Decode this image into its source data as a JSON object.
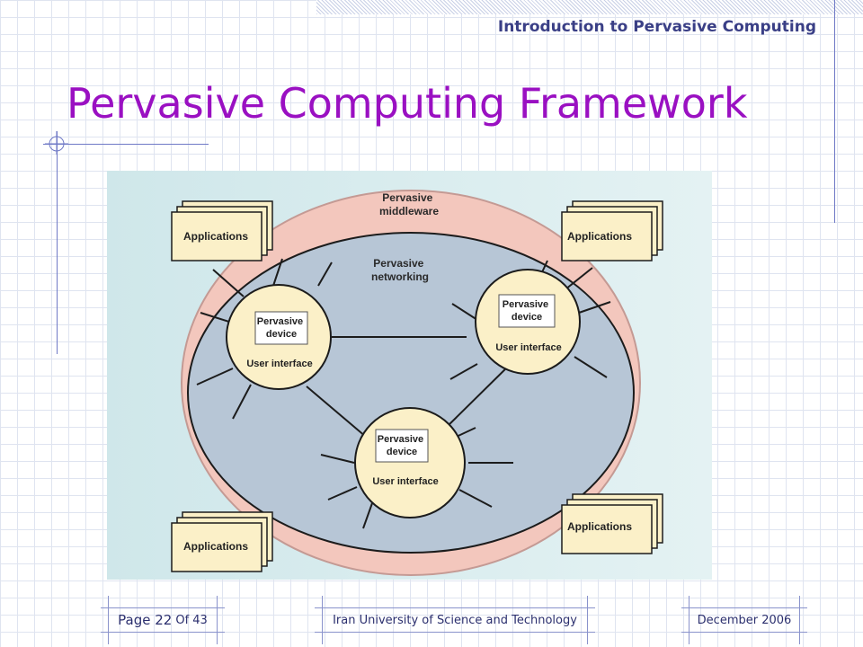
{
  "header": {
    "course_title": "Introduction to Pervasive Computing"
  },
  "slide": {
    "title": "Pervasive Computing Framework"
  },
  "diagram": {
    "middleware_label": [
      "Pervasive",
      "middleware"
    ],
    "networking_label": [
      "Pervasive",
      "networking"
    ],
    "device_label": [
      "Pervasive",
      "device"
    ],
    "ui_left": "User interface",
    "ui_right": "User interface",
    "ui_bottom": "User interface",
    "applications_label": "Applications",
    "colors": {
      "background": "#d6ecef",
      "middleware_ring": "#f3c7bd",
      "network_area": "#b7c6d6",
      "device_fill": "#fbf0c8",
      "app_fill": "#fbf0c8"
    }
  },
  "footer": {
    "page_label": "Page 22",
    "of_label": "Of 43",
    "university": "Iran University of Science and Technology",
    "date": "December  2006"
  }
}
